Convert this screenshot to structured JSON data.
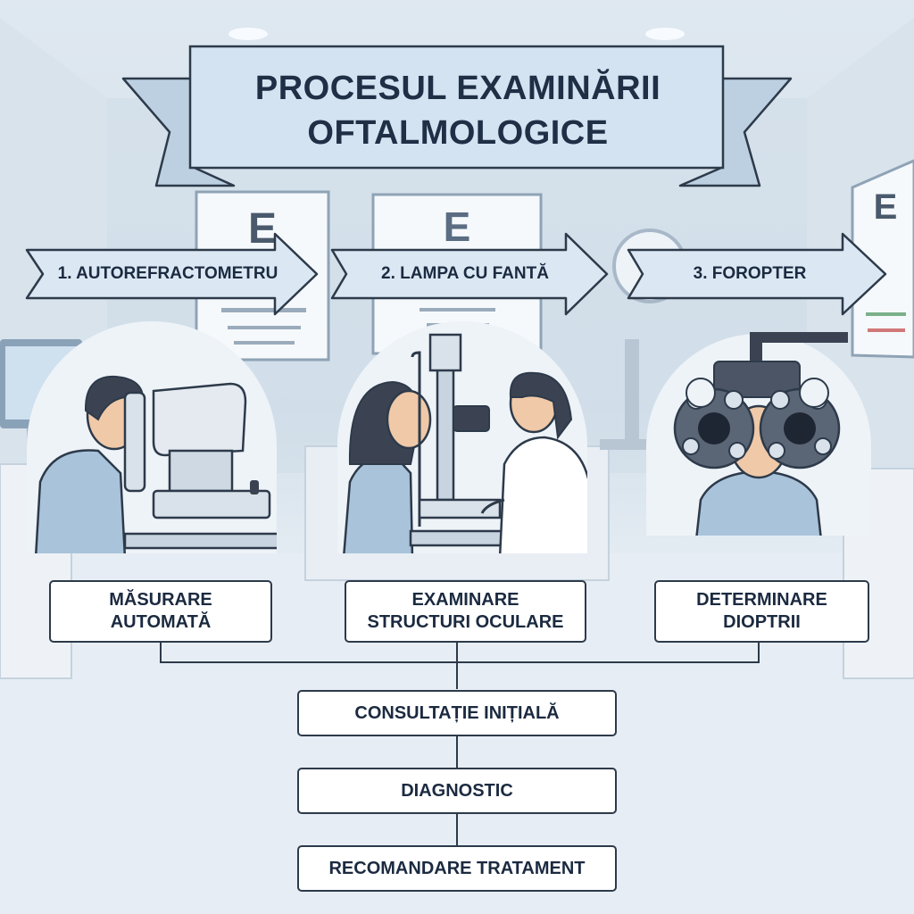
{
  "title": {
    "line1": "PROCESUL EXAMINĂRII",
    "line2": "OFTALMOLOGICE"
  },
  "steps": [
    {
      "label": "1. AUTOREFRACTOMETRU",
      "description": {
        "line1": "MĂSURARE",
        "line2": "AUTOMATĂ"
      },
      "illustration": "autorefractometer-illustration"
    },
    {
      "label": "2. LAMPA CU FANTĂ",
      "description": {
        "line1": "EXAMINARE",
        "line2": "STRUCTURI OCULARE"
      },
      "illustration": "slit-lamp-illustration"
    },
    {
      "label": "3. FOROPTER",
      "description": {
        "line1": "DETERMINARE",
        "line2": "DIOPTRII"
      },
      "illustration": "phoropter-illustration"
    }
  ],
  "flow": [
    {
      "label": "CONSULTAȚIE INIȚIALĂ"
    },
    {
      "label": "DIAGNOSTIC"
    },
    {
      "label": "RECOMANDARE TRATAMENT"
    }
  ],
  "colors": {
    "banner": "#cfe0ee",
    "arrow": "#dbe8f3",
    "outline": "#2d3a4a",
    "text": "#1f2f46",
    "circle": "#eef3f8"
  }
}
